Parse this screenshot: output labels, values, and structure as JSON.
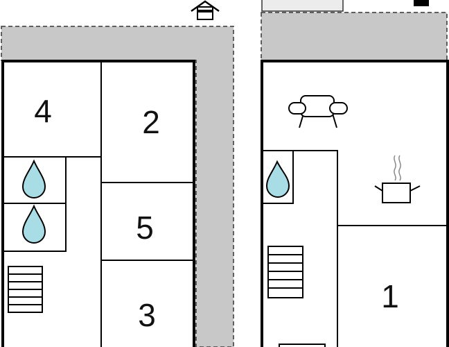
{
  "plan": {
    "left_floor": {
      "rooms": [
        {
          "id": "room-4",
          "label": "4"
        },
        {
          "id": "room-2",
          "label": "2"
        },
        {
          "id": "room-5",
          "label": "5"
        },
        {
          "id": "room-3",
          "label": "3"
        }
      ],
      "bathroom_count": 2
    },
    "right_floor": {
      "rooms": [
        {
          "id": "room-1",
          "label": "1"
        }
      ],
      "bathroom_count": 1
    },
    "icons": [
      "house-entrance-icon",
      "sofa-icon",
      "cooking-pot-icon",
      "water-drop-icon",
      "stairs-icon"
    ],
    "colors": {
      "wall": "#000000",
      "terrace": "#c8c8c8",
      "water_drop": "#a8dde6",
      "background": "#ffffff"
    }
  }
}
